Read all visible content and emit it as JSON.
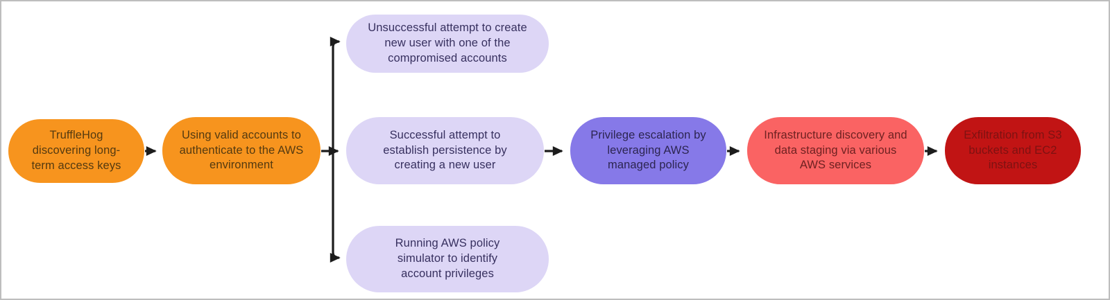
{
  "diagram": {
    "type": "flowchart",
    "description": "AWS attack-chain flow from credential discovery to data exfiltration",
    "background_color": "#ffffff",
    "frame_border_color": "#bdbdbd",
    "arrow_color": "#1c1c1c",
    "nodes": [
      {
        "id": "trufflehog-discovery",
        "label": "TruffleHog discovering long-term access keys",
        "bg_color": "#F7941E",
        "text_color": "#543A10"
      },
      {
        "id": "valid-accounts-auth",
        "label": "Using valid accounts to authenticate to the AWS environment",
        "bg_color": "#F7941E",
        "text_color": "#543A10"
      },
      {
        "id": "unsuccessful-user-create",
        "label": "Unsuccessful attempt to create new user with one of the compromised accounts",
        "bg_color": "#DDD6F6",
        "text_color": "#37305F"
      },
      {
        "id": "successful-persistence",
        "label": "Successful attempt to establish persistence by creating a new user",
        "bg_color": "#DDD6F6",
        "text_color": "#37305F"
      },
      {
        "id": "policy-simulator",
        "label": "Running AWS policy simulator to identify account privileges",
        "bg_color": "#DDD6F6",
        "text_color": "#37305F"
      },
      {
        "id": "privilege-escalation",
        "label": "Privilege escalation by leveraging AWS managed policy",
        "bg_color": "#8679E8",
        "text_color": "#2C2550"
      },
      {
        "id": "infrastructure-discovery",
        "label": "Infrastructure discovery and data staging via various AWS services",
        "bg_color": "#FA6363",
        "text_color": "#6E2121"
      },
      {
        "id": "exfiltration",
        "label": "Exfiltration from S3 buckets and EC2 instances",
        "bg_color": "#C11414",
        "text_color": "#7D1212"
      }
    ],
    "edges": [
      {
        "from": "trufflehog-discovery",
        "to": "valid-accounts-auth"
      },
      {
        "from": "valid-accounts-auth",
        "to": "unsuccessful-user-create"
      },
      {
        "from": "valid-accounts-auth",
        "to": "successful-persistence"
      },
      {
        "from": "valid-accounts-auth",
        "to": "policy-simulator"
      },
      {
        "from": "successful-persistence",
        "to": "privilege-escalation"
      },
      {
        "from": "privilege-escalation",
        "to": "infrastructure-discovery"
      },
      {
        "from": "infrastructure-discovery",
        "to": "exfiltration"
      }
    ]
  }
}
